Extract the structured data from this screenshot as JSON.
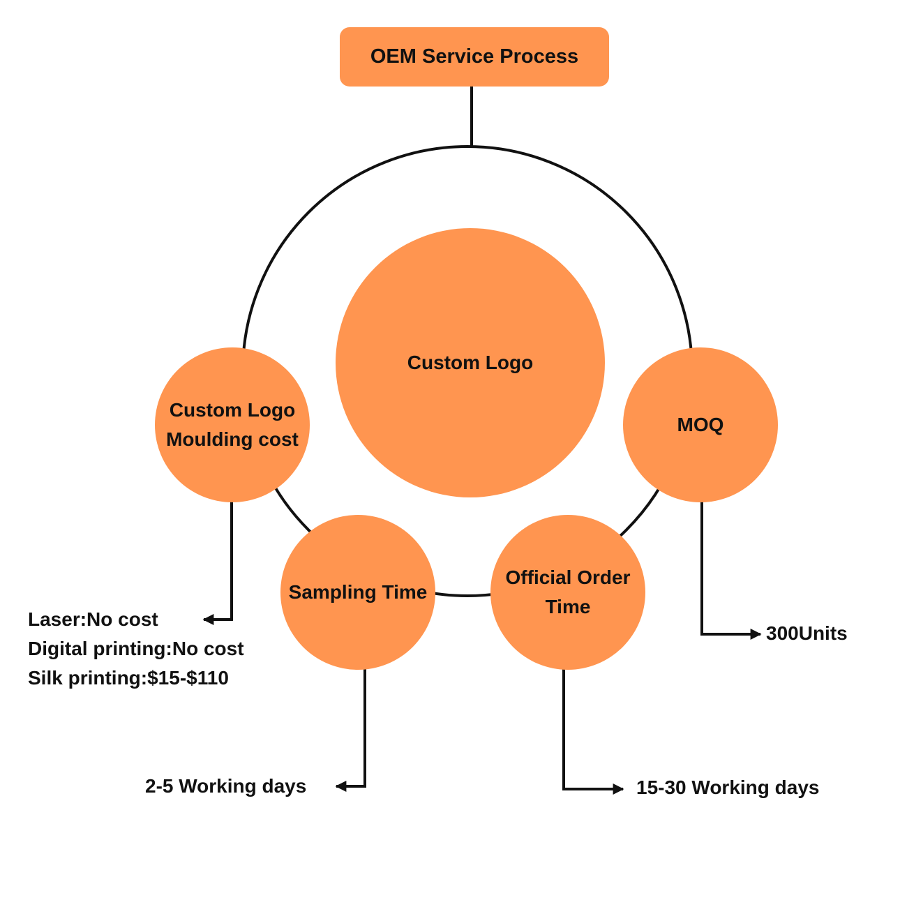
{
  "colors": {
    "accent": "#FF9550",
    "line": "#111111",
    "background": "#FFFFFF"
  },
  "title": "OEM Service Process",
  "nodes": {
    "center": "Custom Logo",
    "moulding": "Custom Logo\nMoulding cost",
    "moq": "MOQ",
    "sampling": "Sampling Time",
    "official": "Official Order\nTime"
  },
  "details": {
    "moulding": [
      "Laser:No cost",
      "Digital printing:No cost",
      "Silk printing:$15-$110"
    ],
    "moq": "300Units",
    "sampling": "2-5 Working days",
    "official": "15-30 Working days"
  }
}
